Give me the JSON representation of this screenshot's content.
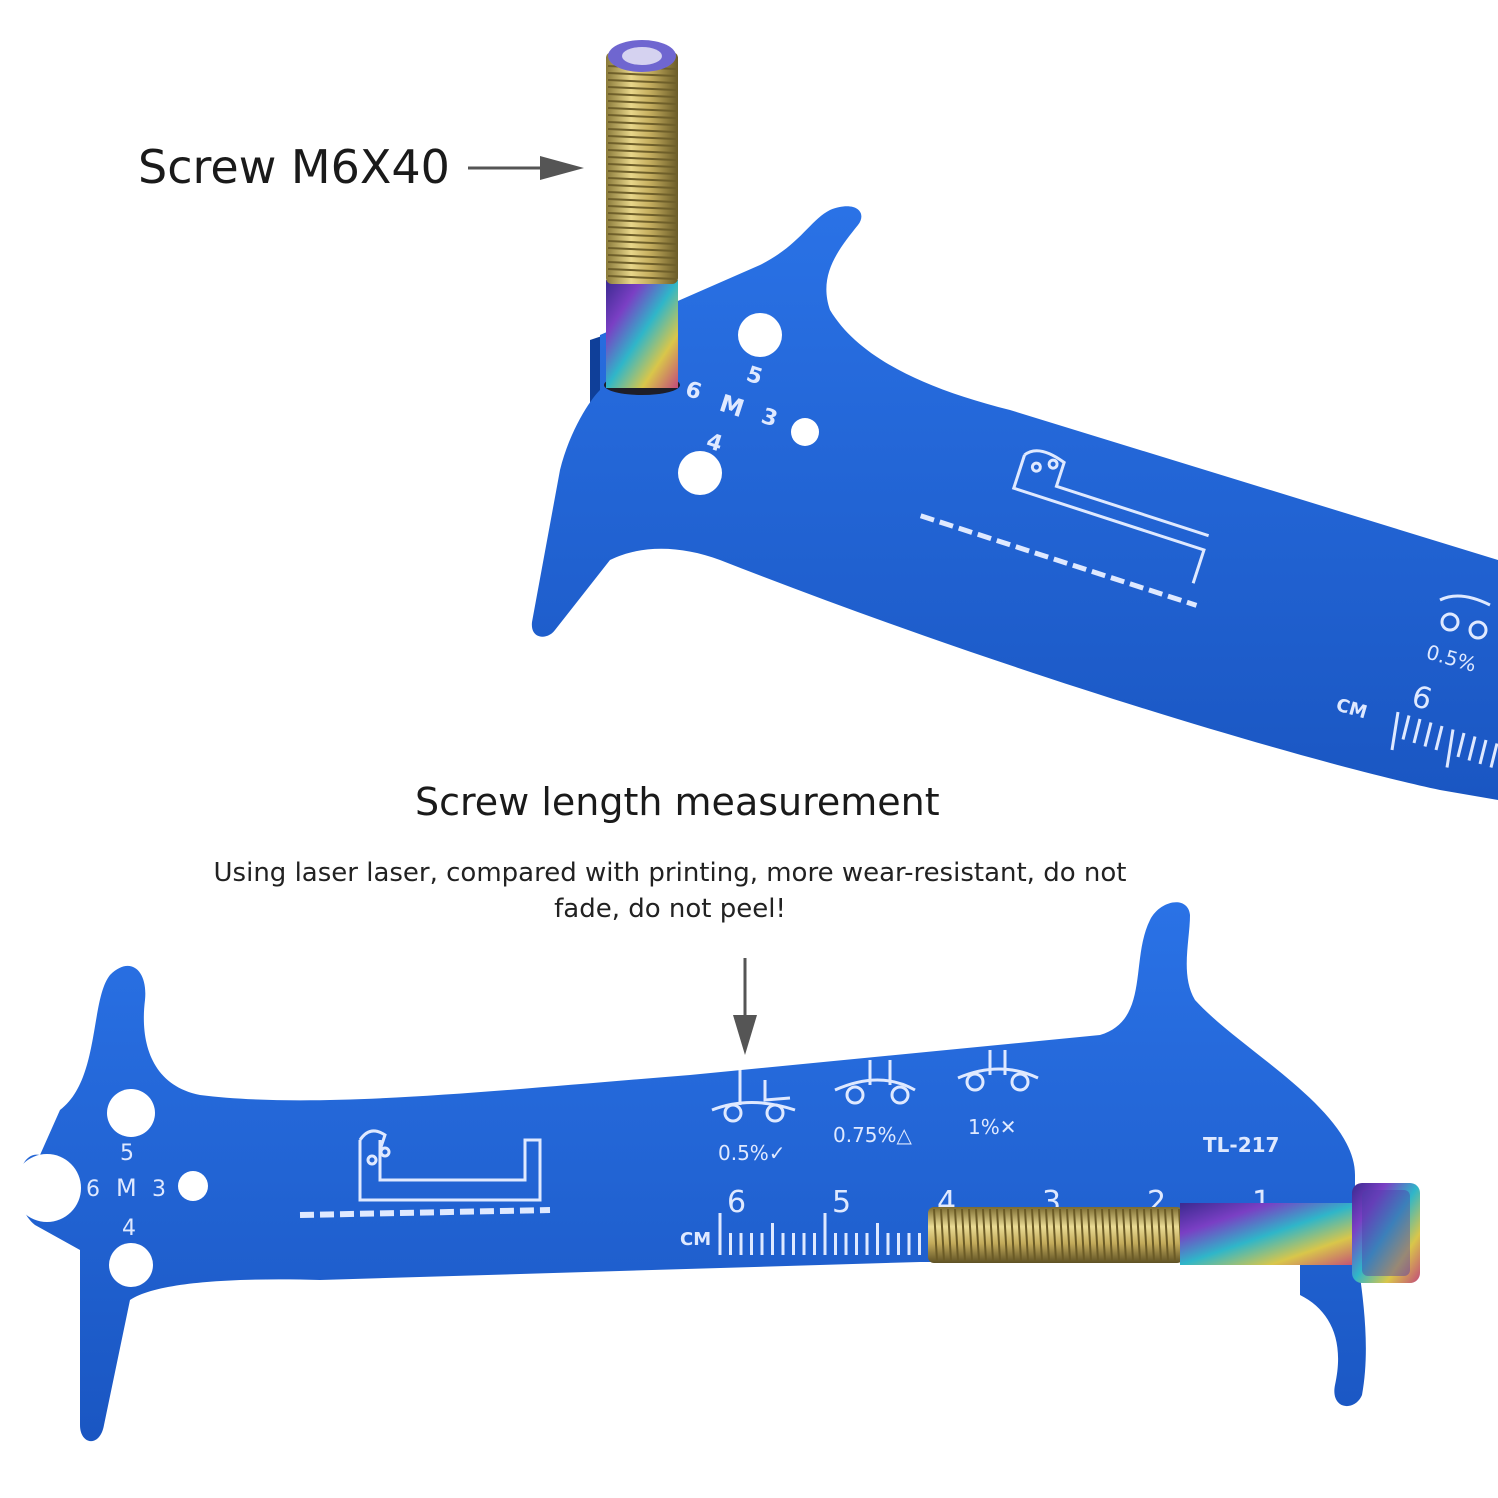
{
  "top_caption": "Screw M6X40",
  "heading": "Screw length measurement",
  "subtext": "Using laser laser, compared with printing, more wear-resistant, do not fade, do not peel!",
  "tool": {
    "model": "TL-217",
    "unit": "CM",
    "hole_labels": {
      "top": "5",
      "left": "6",
      "center": "M",
      "right": "3",
      "bottom": "4"
    },
    "scale_numbers": [
      "6",
      "5",
      "4",
      "3",
      "2",
      "1"
    ],
    "wear_labels": [
      "0.5%✓",
      "0.75%△",
      "1%✕"
    ],
    "upper_visible": {
      "wear_label": "0.5%",
      "scale_number": "6"
    }
  },
  "colors": {
    "tool_blue": "#1f63d6",
    "tool_blue_dark": "#1449a8",
    "engraving": "#dfe9ff",
    "arrow": "#555555"
  }
}
